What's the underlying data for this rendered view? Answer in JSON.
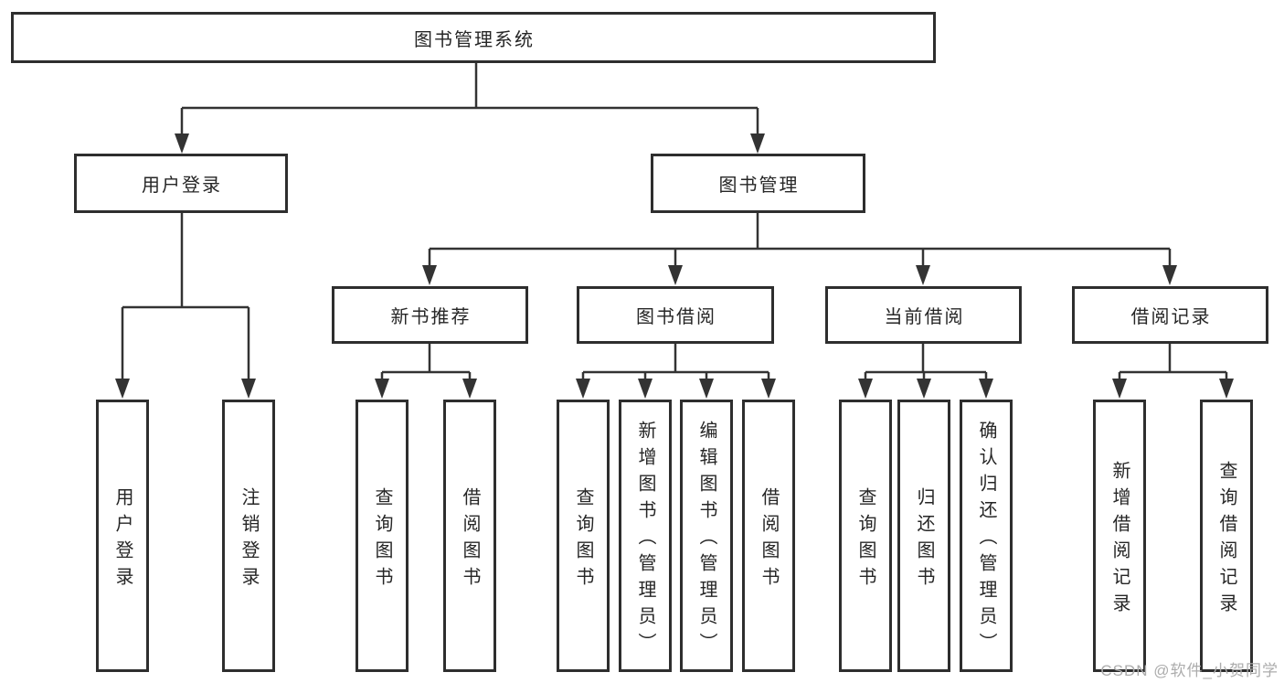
{
  "diagram": {
    "type": "tree",
    "root": {
      "label": "图书管理系统"
    },
    "branches": [
      {
        "label": "用户登录",
        "children": [
          {
            "label": "用户登录"
          },
          {
            "label": "注销登录"
          }
        ]
      },
      {
        "label": "图书管理",
        "children": [
          {
            "label": "新书推荐",
            "children": [
              {
                "label": "查询图书"
              },
              {
                "label": "借阅图书"
              }
            ]
          },
          {
            "label": "图书借阅",
            "children": [
              {
                "label": "查询图书"
              },
              {
                "label": "新增图书（管理员）"
              },
              {
                "label": "编辑图书（管理员）"
              },
              {
                "label": "借阅图书"
              }
            ]
          },
          {
            "label": "当前借阅",
            "children": [
              {
                "label": "查询图书"
              },
              {
                "label": "归还图书"
              },
              {
                "label": "确认归还（管理员）"
              }
            ]
          },
          {
            "label": "借阅记录",
            "children": [
              {
                "label": "新增借阅记录"
              },
              {
                "label": "查询借阅记录"
              }
            ]
          }
        ]
      }
    ],
    "colors": {
      "line": "#333333",
      "box_border": "#2e2e2e",
      "text": "#262626",
      "watermark": "#acacac",
      "background": "#ffffff"
    }
  },
  "watermark": {
    "text": "CSDN @软件_小贺同学"
  }
}
